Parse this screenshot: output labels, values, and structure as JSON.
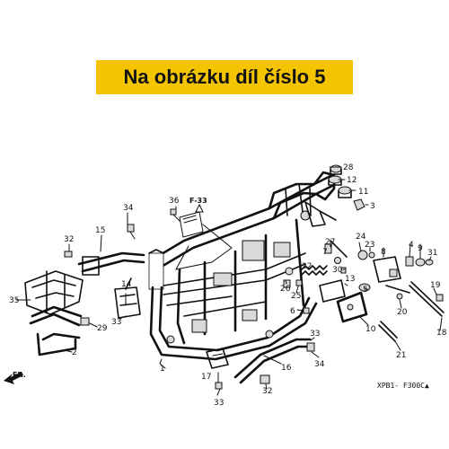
{
  "banner": {
    "text": "Na obrázku díl číslo 5",
    "color": "#f5c400"
  },
  "reference": {
    "label": "F-33"
  },
  "diagram_code": "XPB1- F300C▲",
  "direction": {
    "label": "FR."
  },
  "callouts": {
    "c1": "1",
    "c2": "2",
    "c3": "3",
    "c4": "4",
    "c5": "5",
    "c6": "6",
    "c7": "7",
    "c8": "8",
    "c9": "9",
    "c10": "10",
    "c11": "11",
    "c12": "12",
    "c13": "13",
    "c14": "14",
    "c15": "15",
    "c16": "16",
    "c17": "17",
    "c18": "18",
    "c19": "19",
    "c20": "20",
    "c21": "21",
    "c22": "22",
    "c23": "23",
    "c24": "24",
    "c25": "25",
    "c26": "26",
    "c27": "27",
    "c28": "28",
    "c29": "29",
    "c30": "30",
    "c31": "31",
    "c32a": "32",
    "c32b": "32",
    "c33a": "33",
    "c33b": "33",
    "c33c": "33",
    "c34a": "34",
    "c34b": "34",
    "c35": "35",
    "c36": "36"
  }
}
